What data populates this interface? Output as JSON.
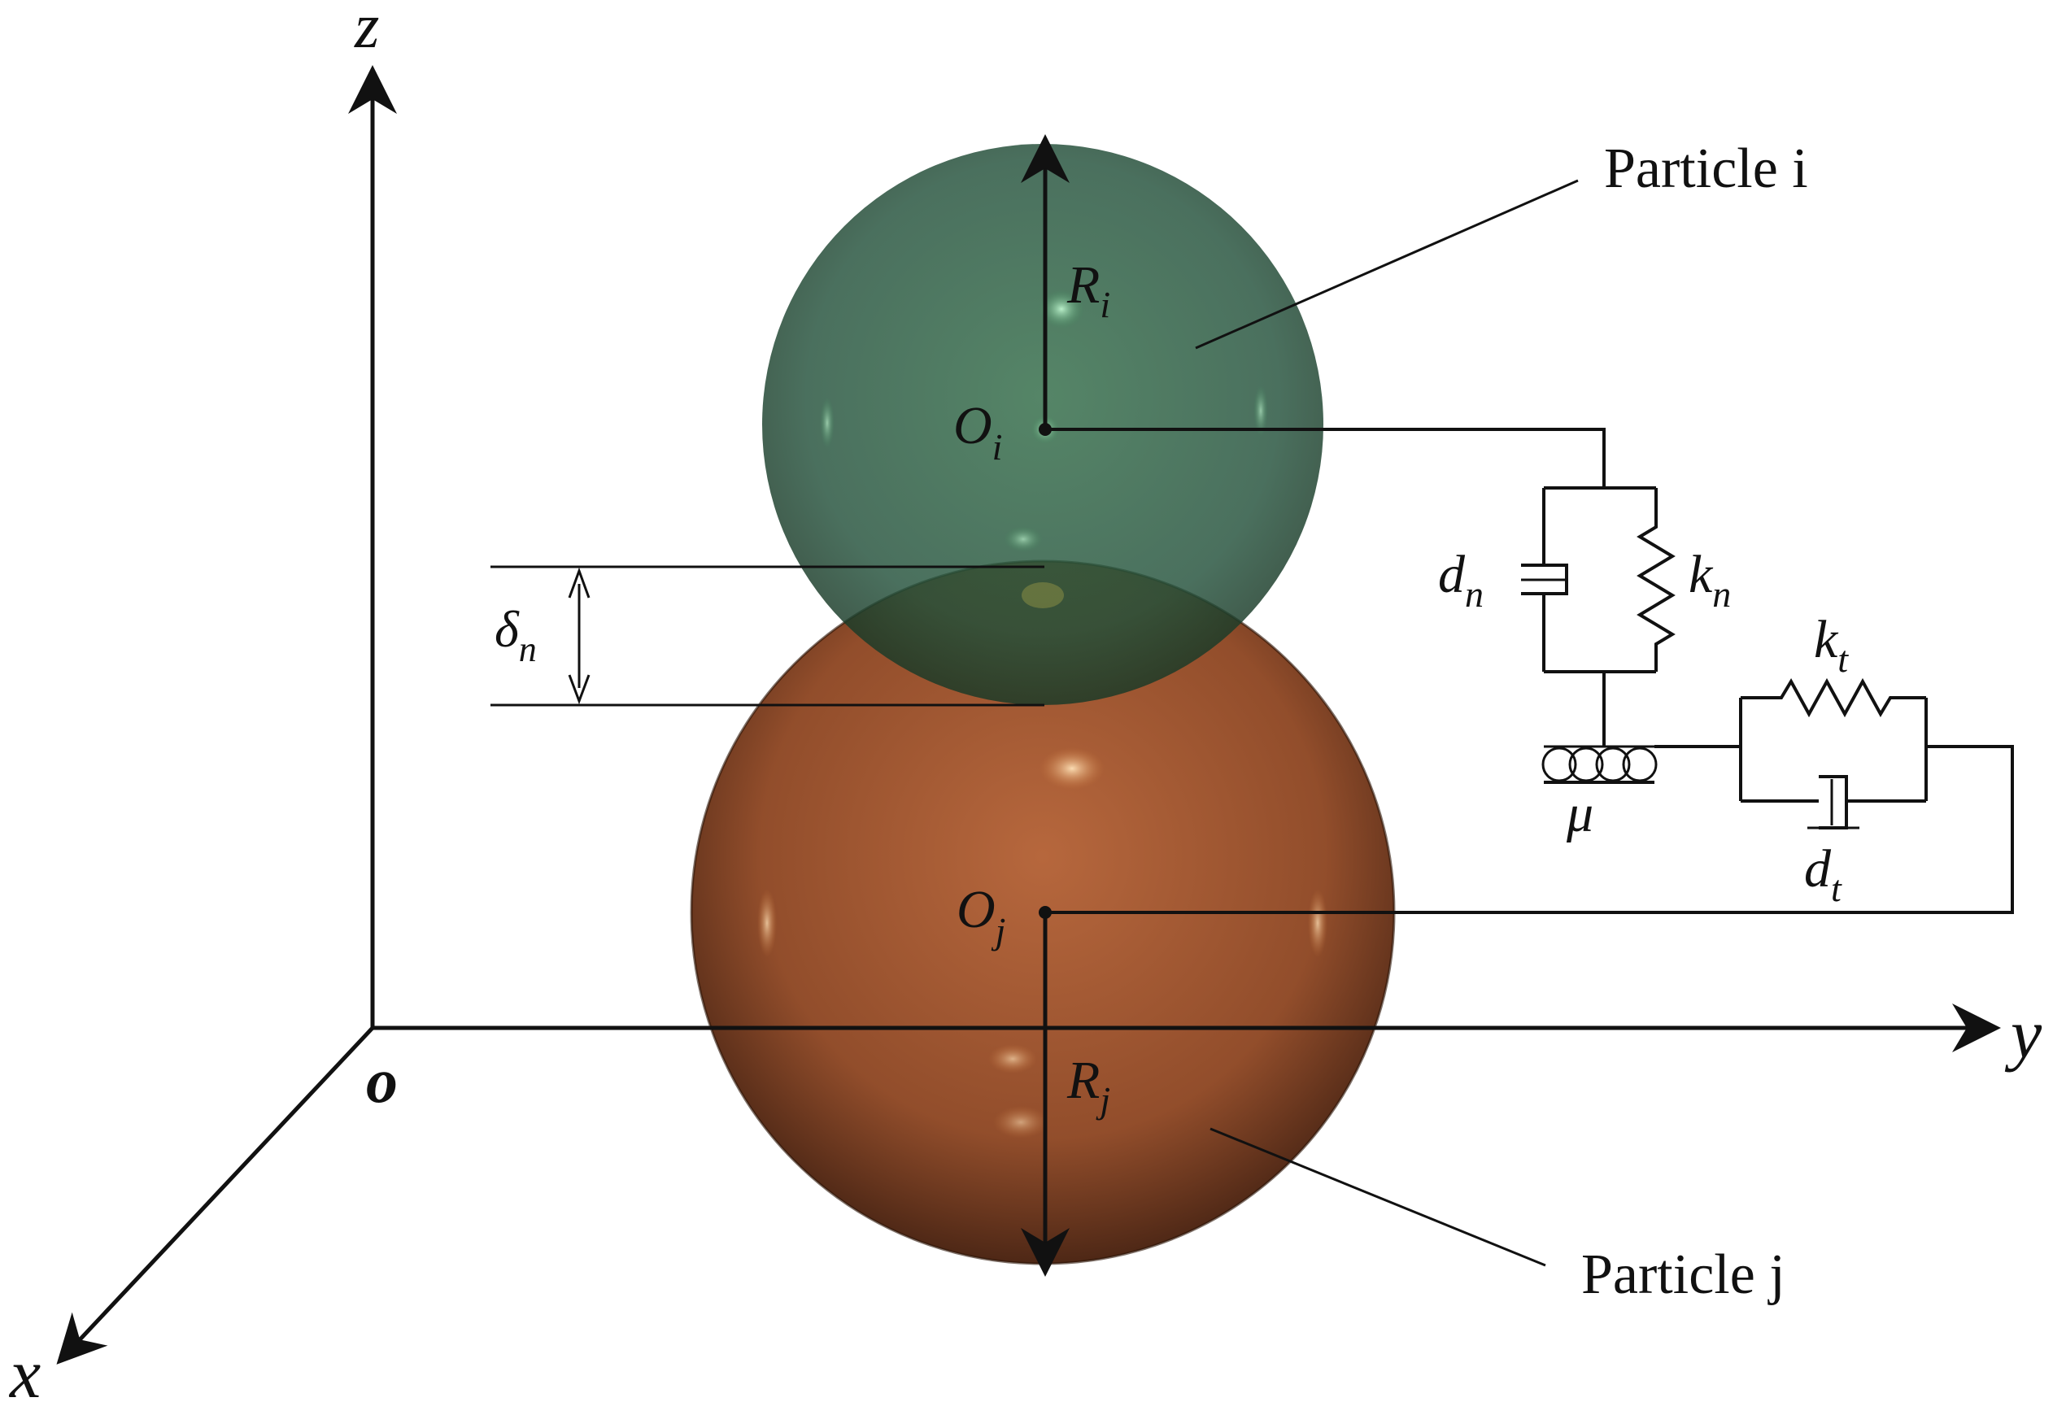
{
  "axes": {
    "z": "z",
    "y": "y",
    "x": "x",
    "origin": "o"
  },
  "particles": {
    "i": {
      "label": "Particle i",
      "center_symbol": "O",
      "center_sub": "i",
      "radius_symbol": "R",
      "radius_sub": "i",
      "color": "#2b5a3a"
    },
    "j": {
      "label": "Particle j",
      "center_symbol": "O",
      "center_sub": "j",
      "radius_symbol": "R",
      "radius_sub": "j",
      "color": "#a8552a"
    }
  },
  "overlap": {
    "symbol": "δ",
    "sub": "n"
  },
  "contact_model": {
    "normal_damper": {
      "symbol": "d",
      "sub": "n"
    },
    "normal_spring": {
      "symbol": "k",
      "sub": "n"
    },
    "tangential_spring": {
      "symbol": "k",
      "sub": "t"
    },
    "tangential_damper": {
      "symbol": "d",
      "sub": "t"
    },
    "friction": {
      "symbol": "μ"
    }
  }
}
